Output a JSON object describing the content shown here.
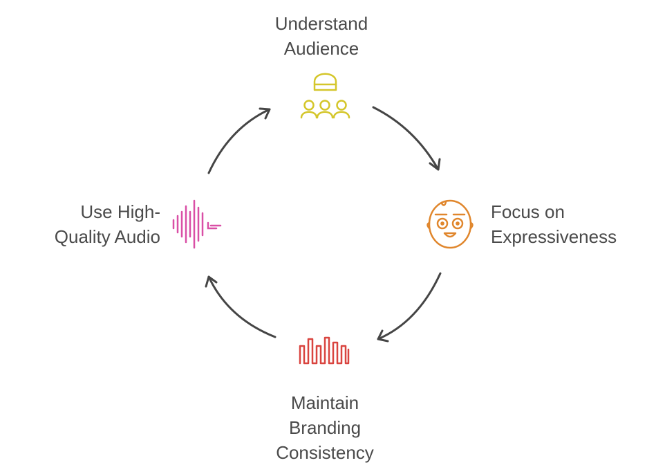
{
  "diagram": {
    "type": "cycle",
    "steps": [
      {
        "id": "understand",
        "lines": [
          "Understand",
          "Audience"
        ],
        "icon": "audience-icon",
        "color": "#d4c62a"
      },
      {
        "id": "focus",
        "lines": [
          "Focus on",
          "Expressiveness"
        ],
        "icon": "face-icon",
        "color": "#e0862c"
      },
      {
        "id": "maintain",
        "lines": [
          "Maintain",
          "Branding",
          "Consistency"
        ],
        "icon": "waveform-square-icon",
        "color": "#d9443f"
      },
      {
        "id": "use",
        "lines": [
          "Use High-",
          "Quality Audio"
        ],
        "icon": "sound-wave-icon",
        "color": "#d94fa6"
      }
    ],
    "arrow_color": "#454545",
    "text_color": "#4a4a4a"
  }
}
